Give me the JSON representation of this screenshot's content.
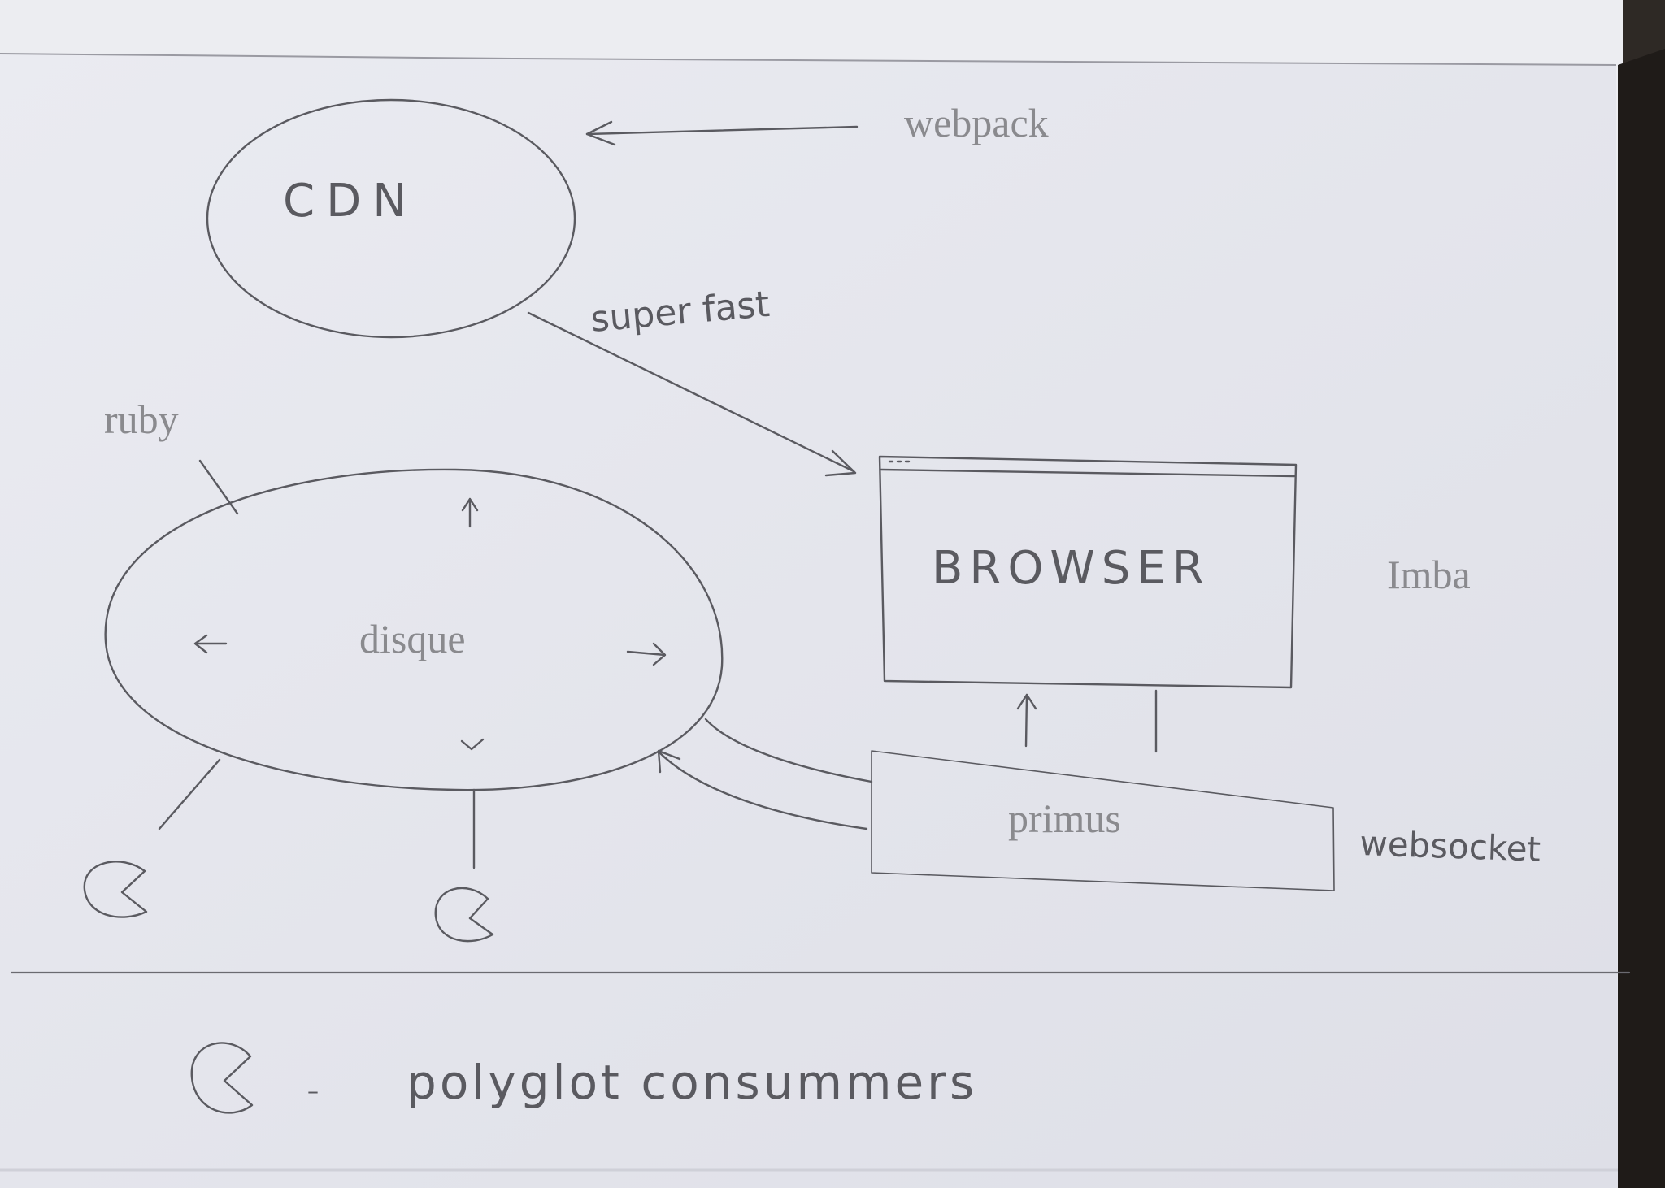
{
  "diagram": {
    "nodes": {
      "cdn": {
        "label": "CDN"
      },
      "browser": {
        "label": "BROWSER"
      },
      "disque": {
        "label": "disque"
      },
      "primus": {
        "label": "primus"
      }
    },
    "annotations": {
      "webpack": "webpack",
      "super_fast": "super fast",
      "ruby": "ruby",
      "imba": "Imba",
      "websocket": "websocket"
    },
    "legend": {
      "text": "polyglot consummers",
      "dash": "–"
    },
    "colors": {
      "paper": "#e6e7ee",
      "pencil": "#56565c",
      "typed_label": "#8a8a8e",
      "background": "#2b2622"
    }
  }
}
